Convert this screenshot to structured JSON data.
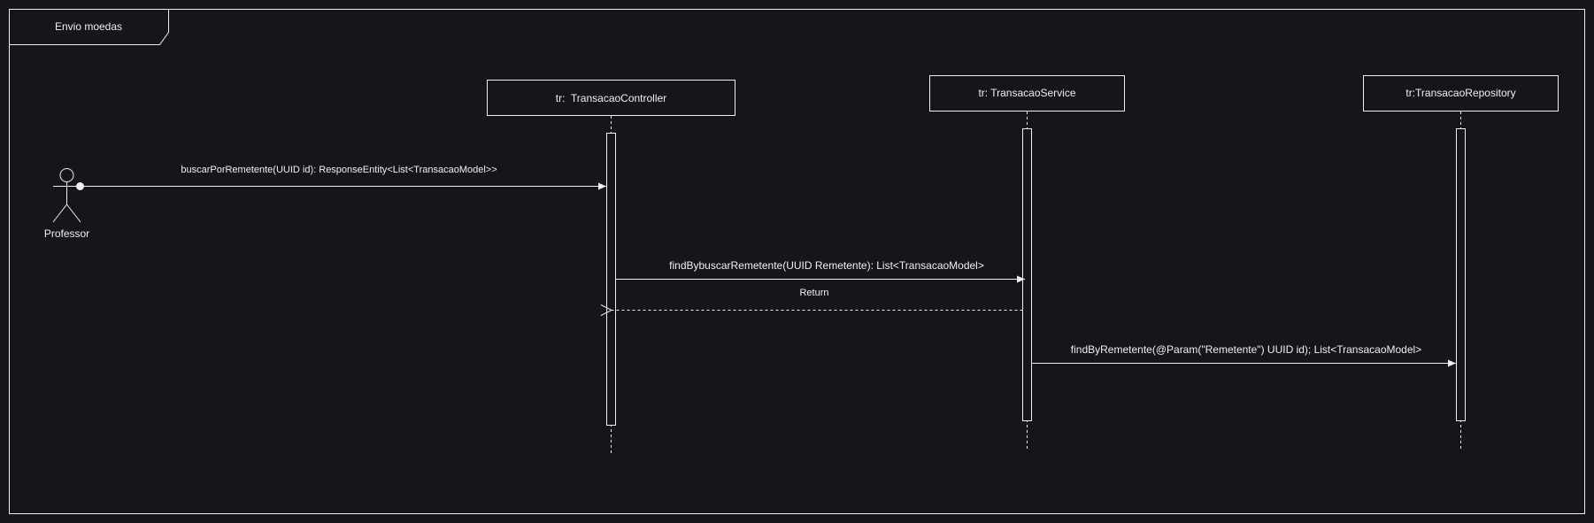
{
  "frame": {
    "title": "Envio moedas"
  },
  "colors": {
    "background": "#18141c",
    "stroke": "#f0f0f0",
    "text": "#f0f0f0"
  },
  "actor": {
    "label": "Professor"
  },
  "lifelines": [
    {
      "id": "controller",
      "label": "tr:  TransacaoController"
    },
    {
      "id": "service",
      "label": "tr: TransacaoService"
    },
    {
      "id": "repository",
      "label": "tr:TransacaoRepository"
    }
  ],
  "messages": [
    {
      "id": "m1",
      "label": "buscarPorRemetente(UUID id): ResponseEntity<List<TransacaoModel>>",
      "style": "sync"
    },
    {
      "id": "m2",
      "label": "findBybuscarRemetente(UUID Remetente): List<TransacaoModel>",
      "style": "sync"
    },
    {
      "id": "m3",
      "label": "Return",
      "style": "return"
    },
    {
      "id": "m4",
      "label": "findByRemetente(@Param(\"Remetente\") UUID id); List<TransacaoModel>",
      "style": "sync"
    }
  ]
}
